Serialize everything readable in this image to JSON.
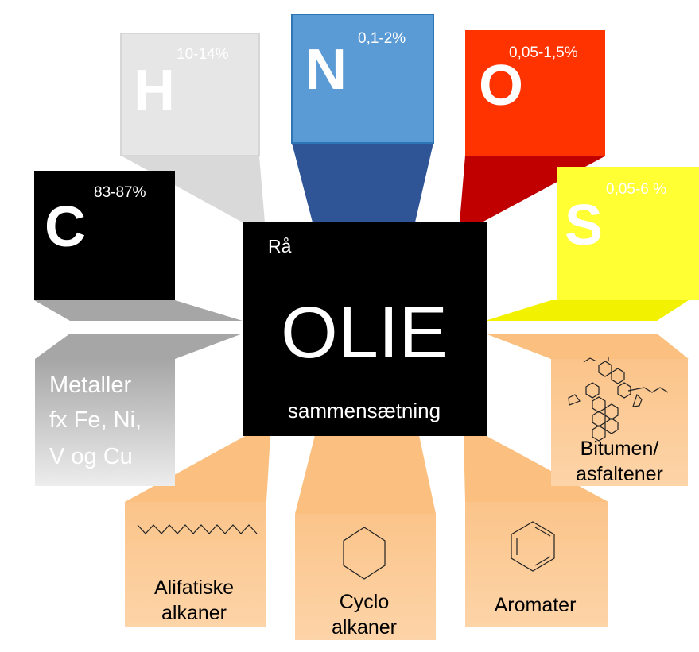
{
  "center": {
    "top": "Rå",
    "main": "OLIE",
    "bottom": "sammensætning"
  },
  "elements": {
    "C": {
      "symbol": "C",
      "percent": "83-87%"
    },
    "H": {
      "symbol": "H",
      "percent": "10-14%"
    },
    "N": {
      "symbol": "N",
      "percent": "0,1-2%"
    },
    "O": {
      "symbol": "O",
      "percent": "0,05-1,5%"
    },
    "S": {
      "symbol": "S",
      "percent": "0,05-6 %"
    }
  },
  "metals": {
    "line1": "Metaller",
    "line2": "fx Fe, Ni,",
    "line3": "V og Cu"
  },
  "compounds": {
    "bitumen": {
      "line1": "Bitumen/",
      "line2": "asfaltener"
    },
    "aliphatic": {
      "line1": "Alifatiske",
      "line2": "alkaner"
    },
    "cyclo": {
      "line1": "Cyclo",
      "line2": "alkaner"
    },
    "aromatic": {
      "line1": "Aromater"
    }
  },
  "colors": {
    "C": "#000000",
    "H": "#e6e6e6",
    "N": "#5b9bd5",
    "O": "#ff3300",
    "S": "#ffff33",
    "compound": "#fbcb96"
  }
}
